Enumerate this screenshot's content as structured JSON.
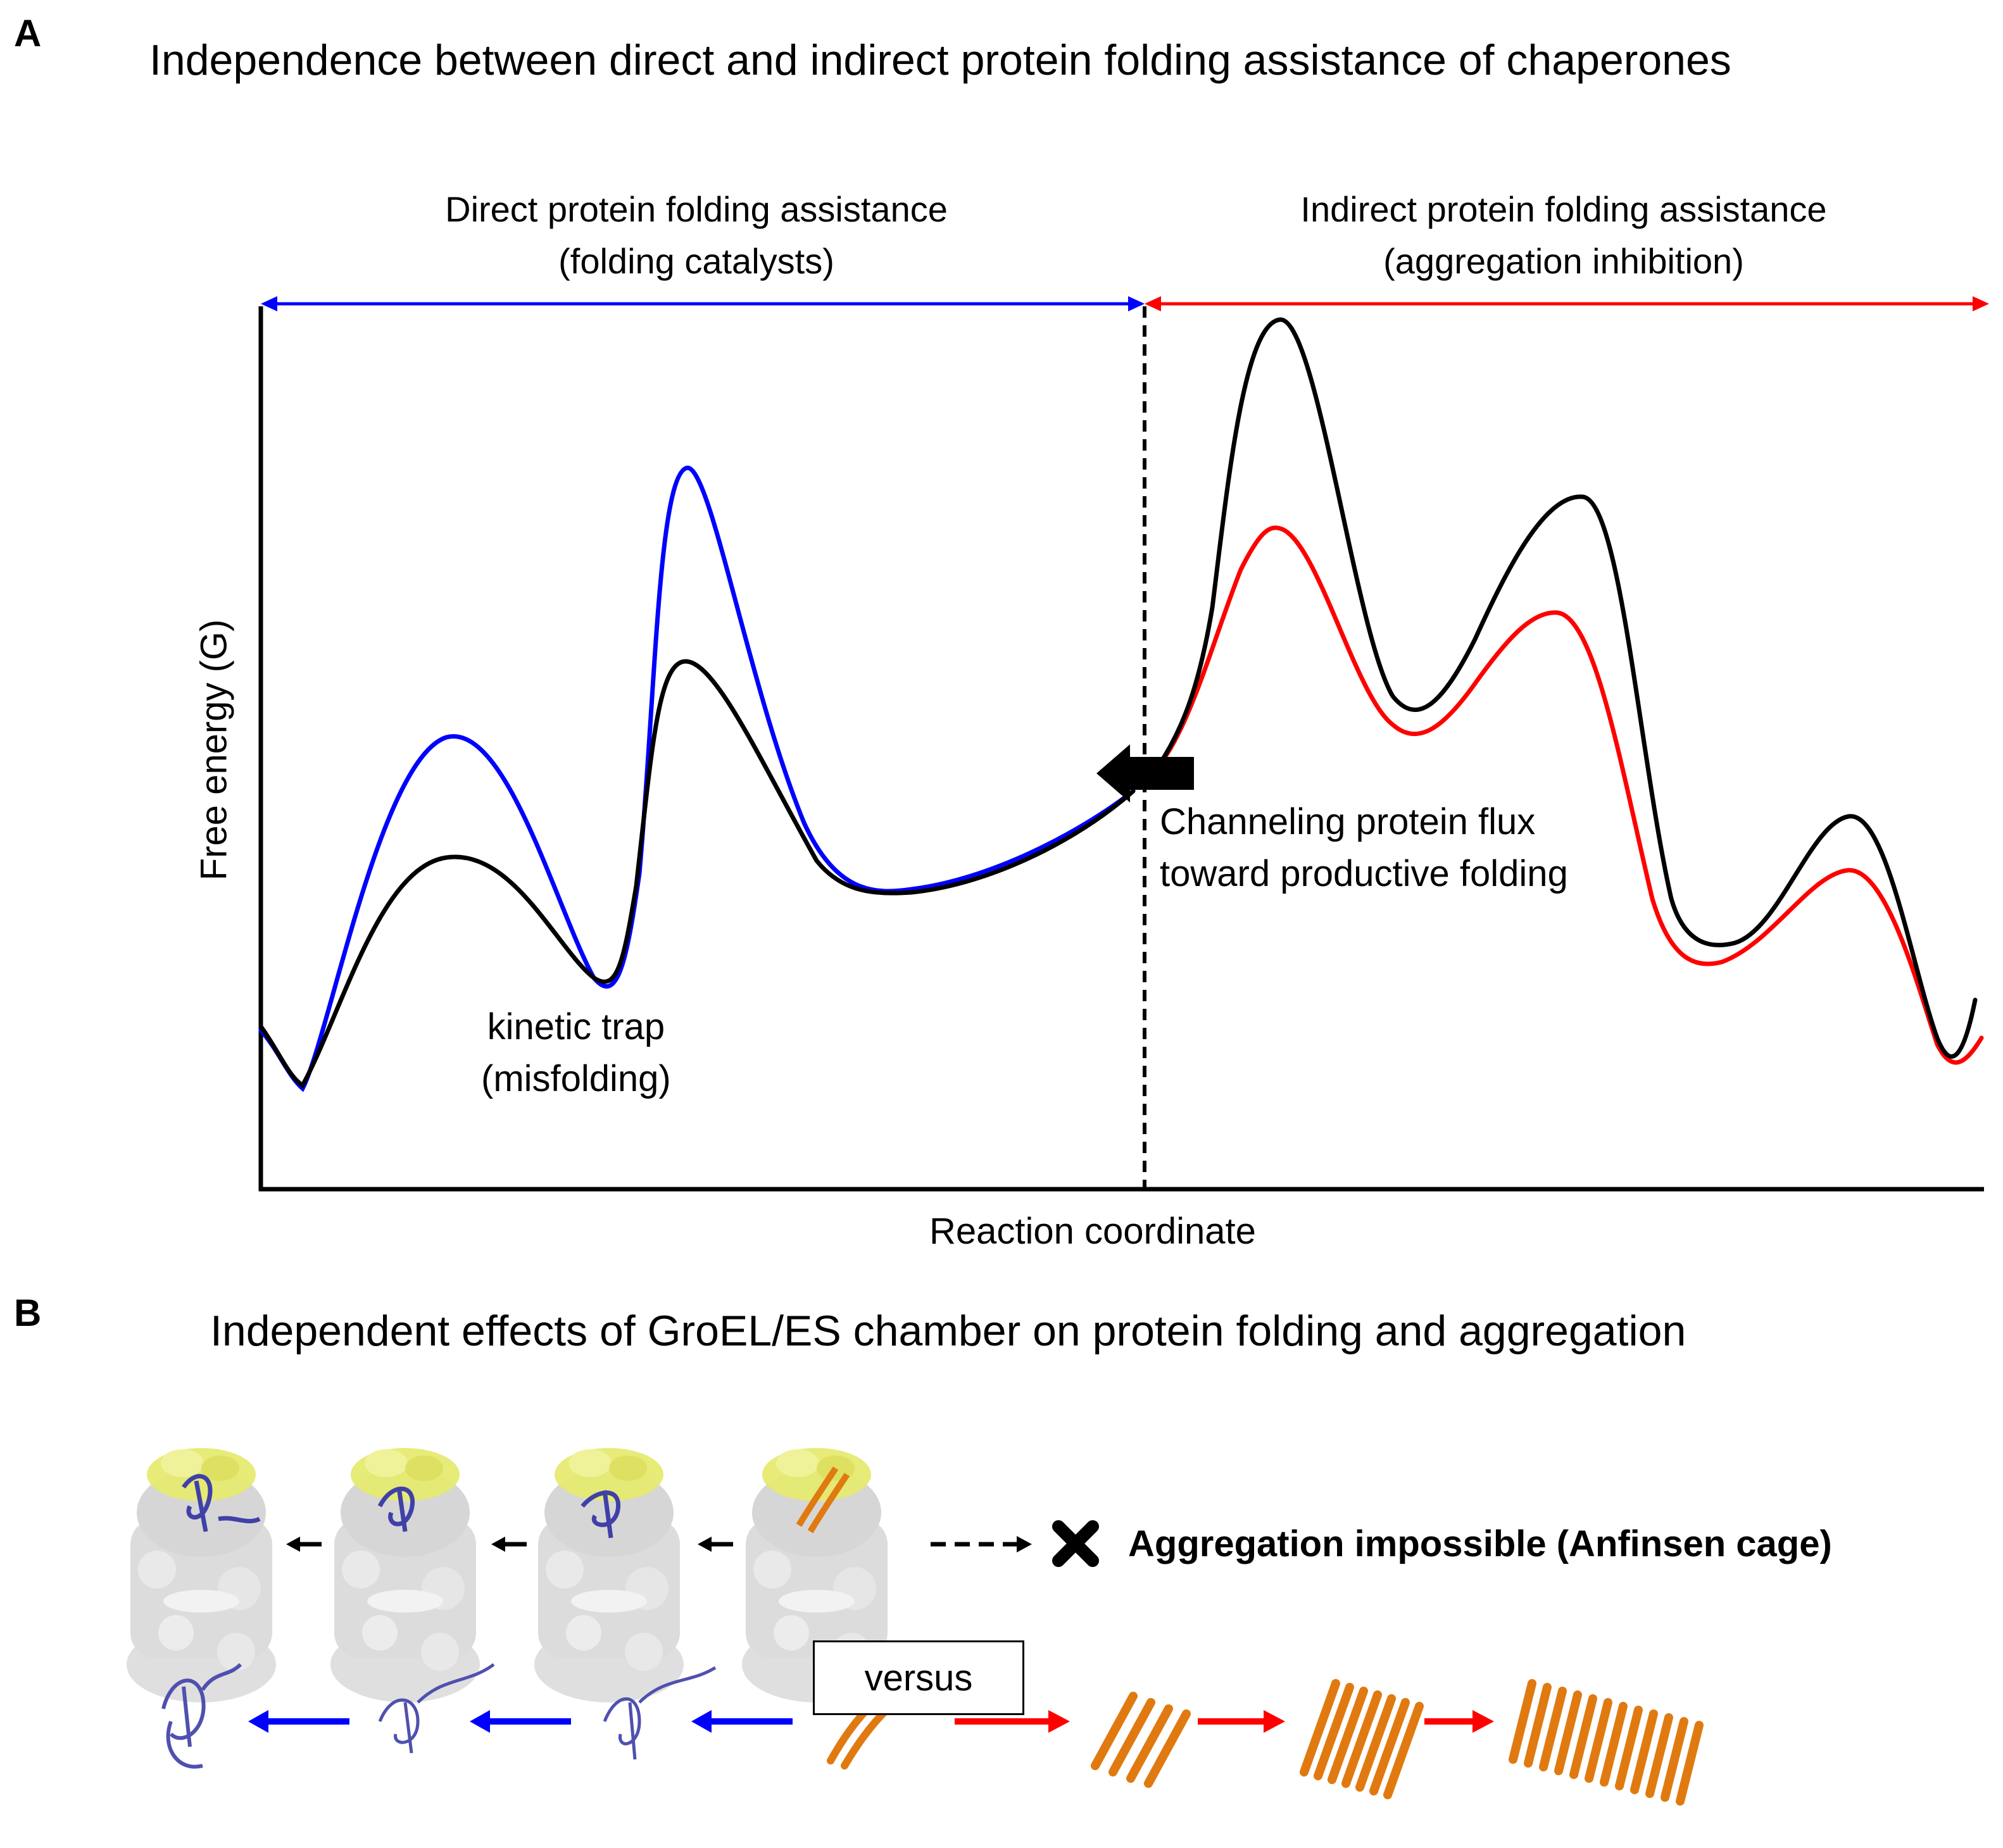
{
  "panel_a": {
    "letter": "A",
    "title": "Independence between direct and indirect protein folding assistance of chaperones",
    "direct_region": {
      "line1": "Direct protein folding assistance",
      "line2": "(folding catalysts)",
      "color": "#0000ff"
    },
    "indirect_region": {
      "line1": "Indirect protein folding assistance",
      "line2": "(aggregation inhibition)",
      "color": "#ff0000"
    },
    "y_axis_label": "Free energy (G)",
    "x_axis_label": "Reaction coordinate",
    "kinetic_trap": {
      "line1": "kinetic trap",
      "line2": "(misfolding)"
    },
    "channeling": {
      "line1": "Channeling protein flux",
      "line2": "toward productive folding"
    },
    "colors": {
      "direct": "#0000ff",
      "indirect": "#ff0000",
      "baseline": "#000000"
    }
  },
  "panel_b": {
    "letter": "B",
    "title": "Independent effects of GroEL/ES chamber on protein folding and aggregation",
    "aggregation_label": "Aggregation impossible (Anfinsen cage)",
    "versus_label": "versus",
    "colors": {
      "folding": "#0000ff",
      "aggregation": "#ff0000",
      "folded_protein": "#5050b0",
      "misfolded_protein": "#e07a10",
      "cage": "#c8c8c8",
      "cap": "#e6ea70"
    }
  }
}
